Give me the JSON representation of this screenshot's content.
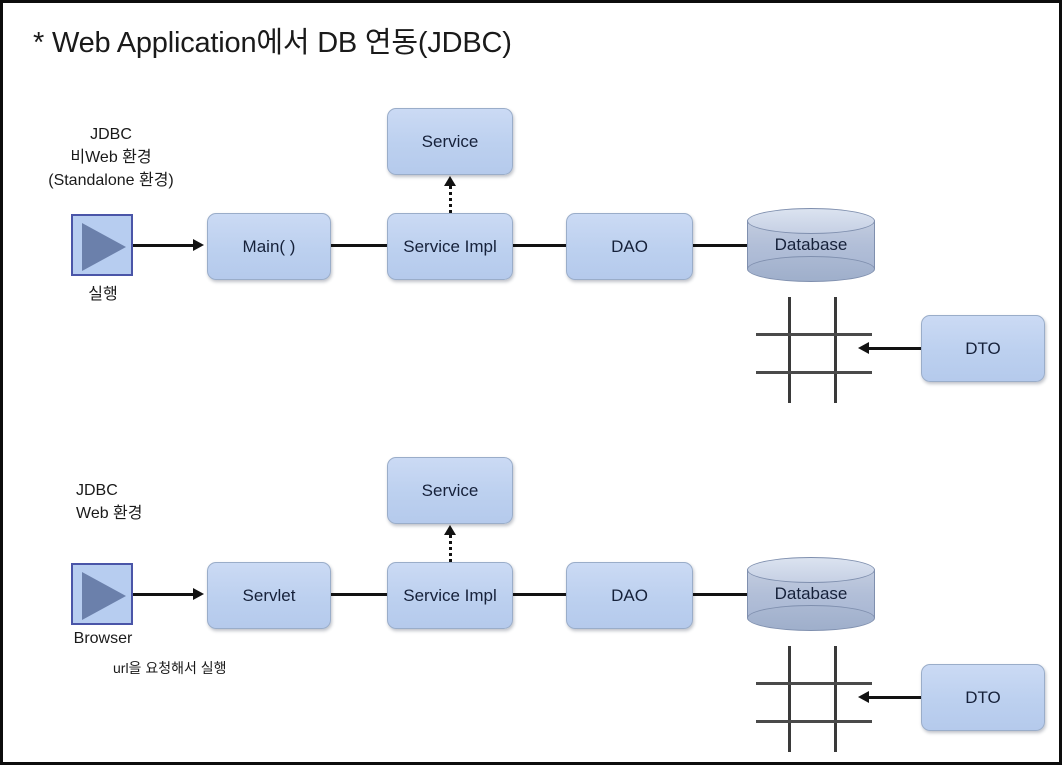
{
  "page": {
    "title": "* Web Application에서 DB 연동(JDBC)",
    "background_color": "#ffffff",
    "border_color": "#0d0d0d"
  },
  "palette": {
    "box_fill": "#bcd0ef",
    "box_border": "#9aadc9",
    "cylinder_fill": "#b2bfd8",
    "cylinder_border": "#7f8fae",
    "play_square_fill": "#b7cdf0",
    "play_square_border": "#4a55a8",
    "play_triangle_fill": "#6b80ab",
    "connector": "#121212",
    "grid_line": "#3a3a3a",
    "text": "#16213a"
  },
  "sections": [
    {
      "id": "standalone",
      "group_label": "JDBC\n비Web 환경\n(Standalone 환경)",
      "start_icon_name": "play-icon",
      "start_caption": "실행",
      "start_note": "",
      "nodes": {
        "entry": "Main( )",
        "service": "Service",
        "service_impl": "Service Impl",
        "dao": "DAO",
        "database": "Database",
        "dto": "DTO"
      },
      "grid_symbol": "table-grid"
    },
    {
      "id": "web",
      "group_label": "JDBC\nWeb 환경",
      "start_icon_name": "play-icon",
      "start_caption": "Browser",
      "start_note": "url을 요청해서 실행",
      "nodes": {
        "entry": "Servlet",
        "service": "Service",
        "service_impl": "Service Impl",
        "dao": "DAO",
        "database": "Database",
        "dto": "DTO"
      },
      "grid_symbol": "table-grid"
    }
  ]
}
